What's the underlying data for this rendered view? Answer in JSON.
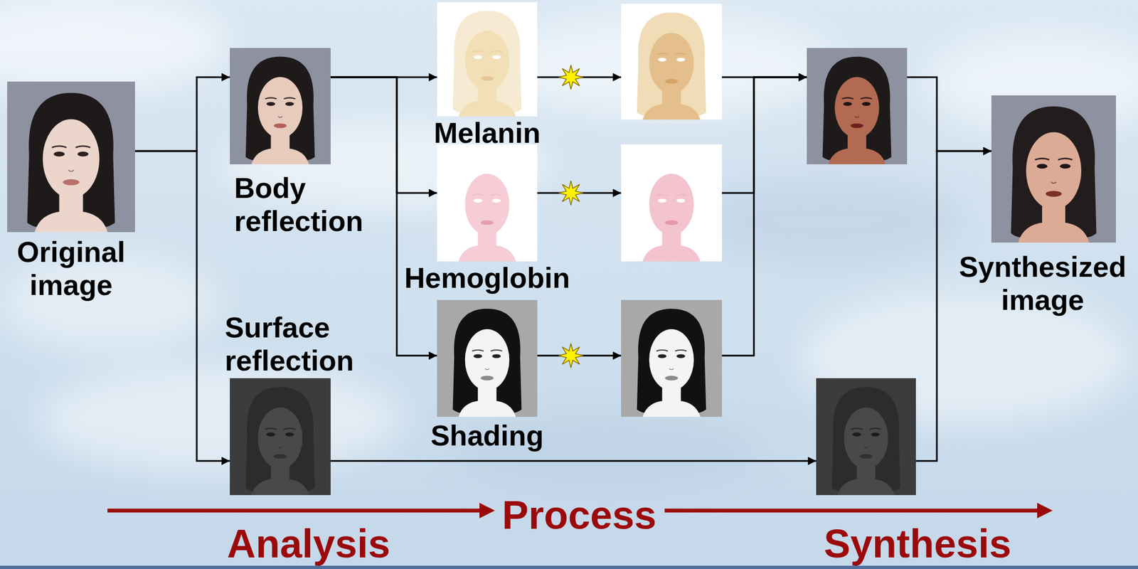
{
  "diagram": {
    "nodes": [
      {
        "text": [
          "Original image"
        ]
      },
      {
        "text": [
          "Body reflection"
        ]
      },
      {
        "text": [
          "Surface reflection"
        ]
      },
      {
        "text": [
          "Melanin"
        ]
      },
      {
        "text": [
          "Hemoglobin"
        ]
      },
      {
        "text": [
          "Shading"
        ]
      },
      {
        "text": []
      },
      {
        "text": []
      },
      {
        "text": []
      },
      {
        "text": []
      },
      {
        "text": []
      },
      {
        "text": [
          "Synthesized image"
        ]
      }
    ],
    "edges": [
      {
        "from": 0,
        "to": 1,
        "arrow": "to"
      },
      {
        "from": 0,
        "to": 2,
        "arrow": "to"
      },
      {
        "from": 1,
        "to": 3,
        "arrow": "to"
      },
      {
        "from": 1,
        "to": 4,
        "arrow": "to"
      },
      {
        "from": 1,
        "to": 5,
        "arrow": "to"
      },
      {
        "from": 3,
        "to": 6,
        "arrow": "to"
      },
      {
        "from": 4,
        "to": 7,
        "arrow": "to"
      },
      {
        "from": 5,
        "to": 8,
        "arrow": "to"
      },
      {
        "from": 6,
        "to": 9,
        "arrow": "to"
      },
      {
        "from": 7,
        "to": 9,
        "arrow": "to"
      },
      {
        "from": 8,
        "to": 9,
        "arrow": "to"
      },
      {
        "from": 2,
        "to": 10,
        "arrow": "to"
      },
      {
        "from": 9,
        "to": 11,
        "arrow": "to"
      },
      {
        "from": 10,
        "to": 11,
        "arrow": "to"
      }
    ],
    "labels": [
      "Process",
      "Analysis",
      "Synthesis"
    ]
  }
}
